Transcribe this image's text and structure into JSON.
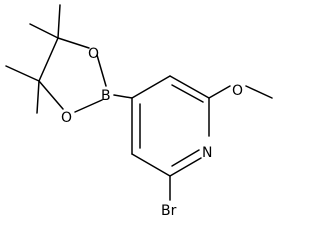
{
  "molecule": {
    "atoms": {
      "o_upper": "O",
      "o_lower": "O",
      "boron": "B",
      "nitrogen": "N",
      "bromine": "Br",
      "methoxy_oxygen": "O"
    }
  }
}
